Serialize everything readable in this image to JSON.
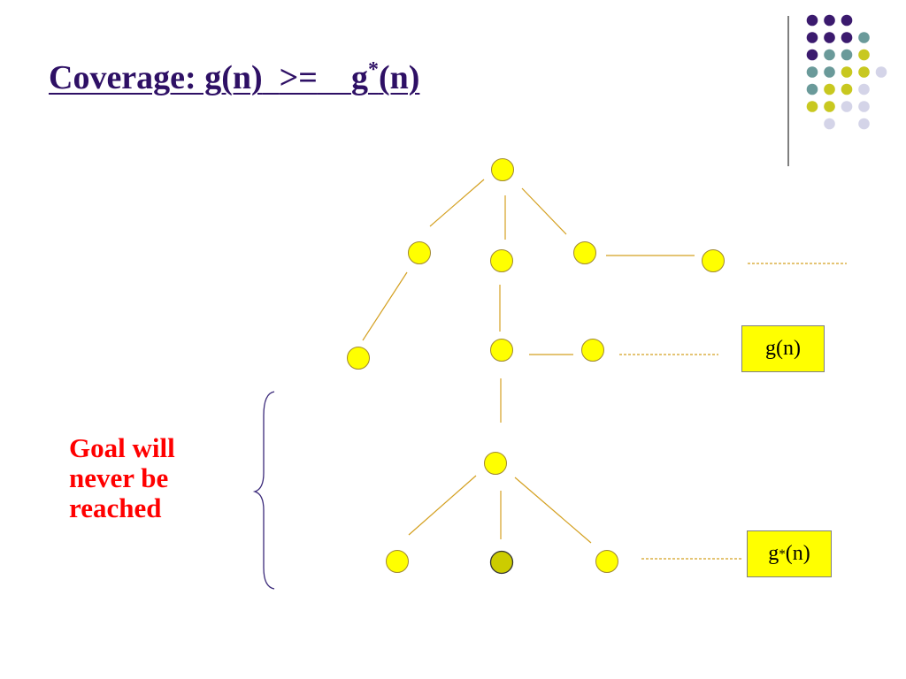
{
  "slide": {
    "title_main": "Coverage: g(n)",
    "title_op": ">=",
    "title_rhs_base": "g",
    "title_rhs_sup": "*",
    "title_rhs_tail": "(n)",
    "side_note_lines": [
      "Goal will",
      "never be",
      "reached"
    ],
    "label_g": "g(n)",
    "label_gstar_base": "g",
    "label_gstar_sup": "*",
    "label_gstar_tail": "(n)"
  },
  "colors": {
    "title": "#2e1065",
    "side_note": "#ff0000",
    "node_fill": "#ffff00",
    "goal_node_fill": "#cccc00",
    "edge": "#d4a020",
    "label_bg": "#ffff00",
    "brace": "#3b2a7a",
    "deco_purple": "#3b1a6e",
    "deco_teal": "#6a9a9a",
    "deco_olive": "#c8c820",
    "deco_lavender": "#d4d4e8"
  },
  "decoration": {
    "dot_grid": [
      [
        "purple",
        "purple",
        "purple",
        null,
        null
      ],
      [
        "purple",
        "purple",
        "purple",
        "teal",
        null
      ],
      [
        "purple",
        "teal",
        "teal",
        "olive",
        null
      ],
      [
        "teal",
        "teal",
        "olive",
        "olive",
        "lavender"
      ],
      [
        "teal",
        "olive",
        "olive",
        "lavender",
        null
      ],
      [
        "olive",
        "olive",
        "lavender",
        "lavender",
        null
      ],
      [
        null,
        "lavender",
        null,
        "lavender",
        null
      ]
    ]
  }
}
